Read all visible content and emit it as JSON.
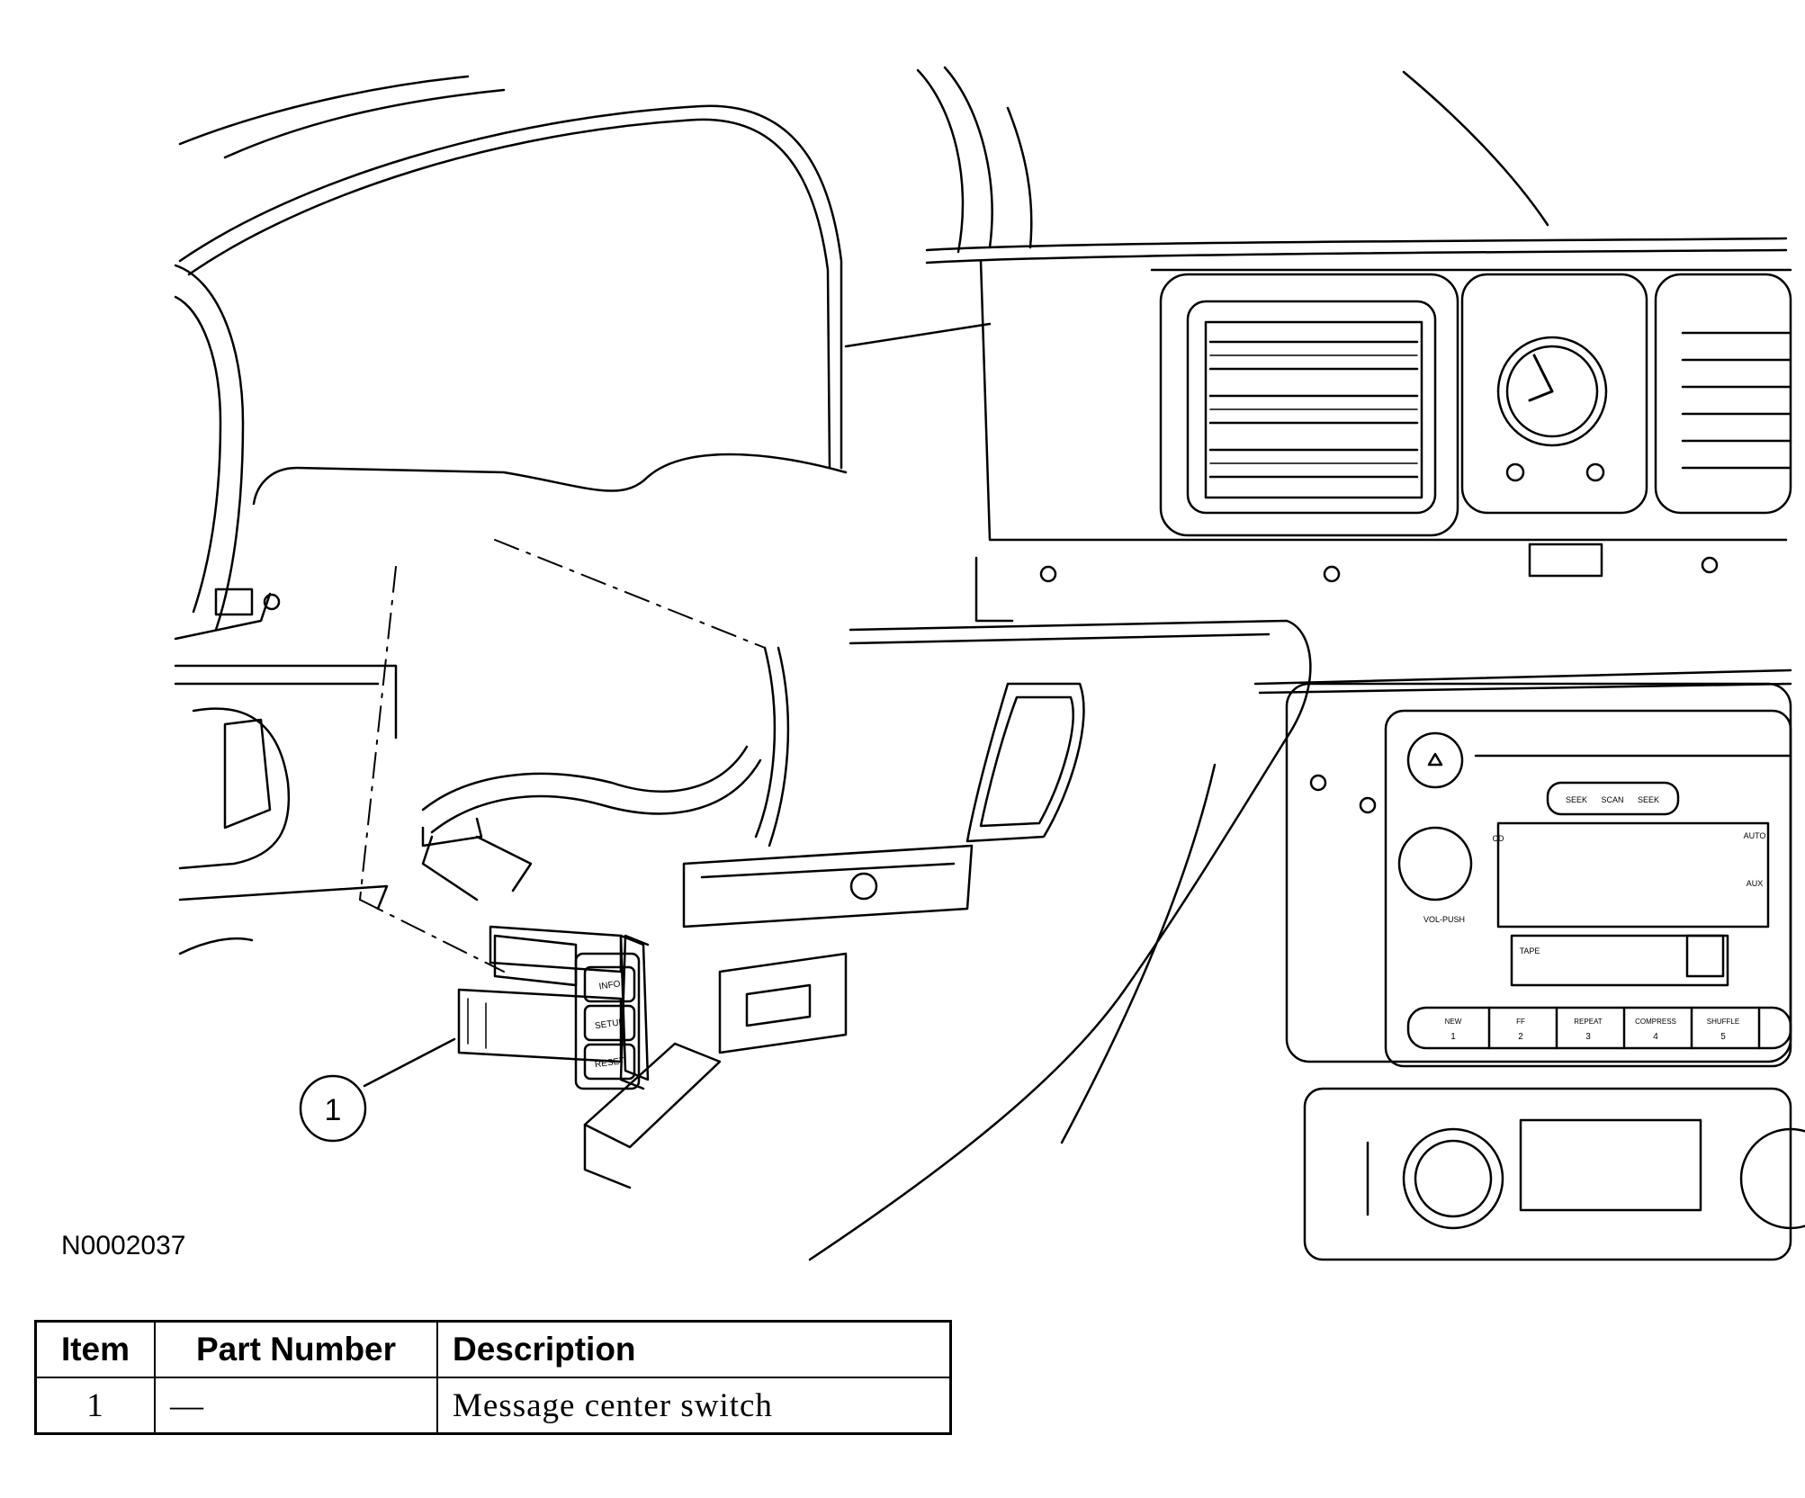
{
  "diagram": {
    "callout": "1",
    "figure_id": "N0002037",
    "switch_buttons": [
      "INFO",
      "SETUP",
      "RESET"
    ],
    "radio_buttons": [
      "SEEK",
      "SCAN",
      "SEEK"
    ],
    "radio_labels": [
      "VOL-PUSH",
      "TAPE",
      "CD",
      "AUTO",
      "AUX"
    ],
    "preset_buttons": [
      "1",
      "2",
      "3",
      "4",
      "5"
    ],
    "preset_labels": [
      "NEW",
      "FF",
      "REPEAT",
      "COMPRESS",
      "SHUFFLE"
    ]
  },
  "table": {
    "headers": [
      "Item",
      "Part Number",
      "Description"
    ],
    "rows": [
      {
        "item": "1",
        "part_number": "—",
        "description": "Message center switch"
      }
    ]
  }
}
